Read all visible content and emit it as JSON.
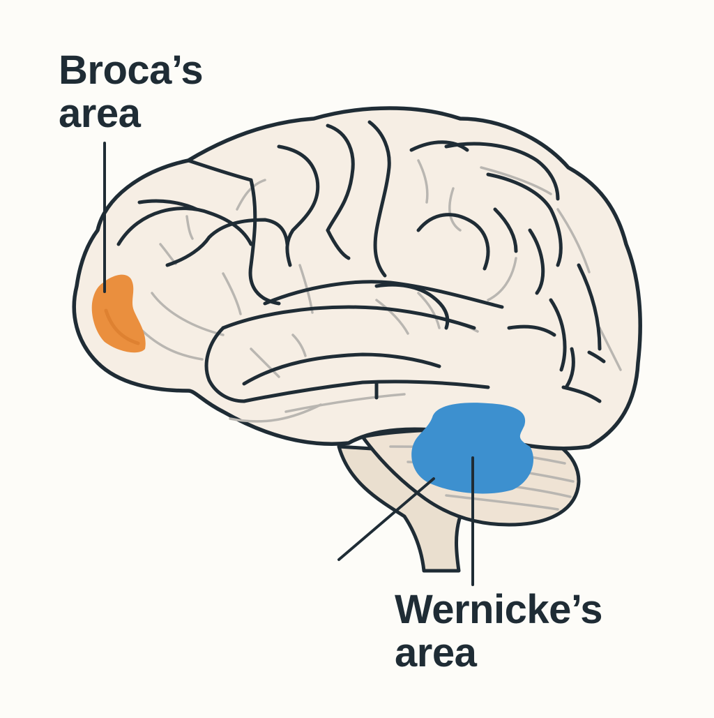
{
  "labels": {
    "broca": {
      "line1": "Broca’s",
      "line2": "area"
    },
    "wernicke": {
      "line1": "Wernicke’s",
      "line2": "area"
    }
  },
  "colors": {
    "background": "#fdfcf8",
    "outline": "#1f2c35",
    "brain_fill": "#f6eee4",
    "cerebellum_fill": "#efe3d4",
    "stem_fill": "#eadfcf",
    "secondary_sulci": "#b9b6b1",
    "broca_area": "#ea8f3e",
    "wernicke_area": "#3d90cf"
  }
}
